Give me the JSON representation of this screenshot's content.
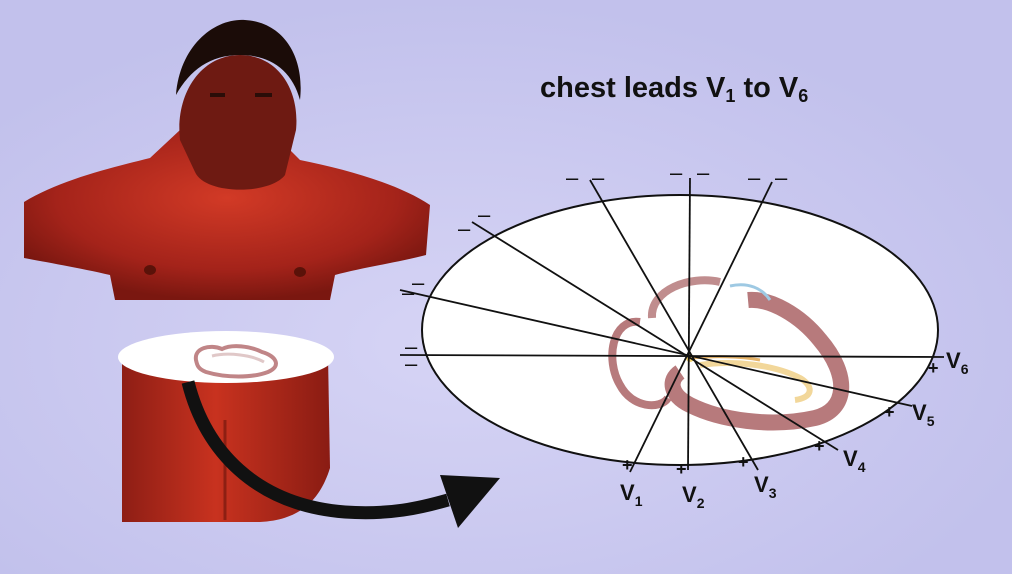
{
  "title": {
    "prefix": "chest leads V",
    "sub_start": "1",
    "middle": " to V",
    "sub_end": "6"
  },
  "leads": [
    {
      "letter": "V",
      "sub": "1",
      "plus": "+"
    },
    {
      "letter": "V",
      "sub": "2",
      "plus": "+"
    },
    {
      "letter": "V",
      "sub": "3",
      "plus": "+"
    },
    {
      "letter": "V",
      "sub": "4",
      "plus": "+"
    },
    {
      "letter": "V",
      "sub": "5",
      "plus": "+"
    },
    {
      "letter": "V",
      "sub": "6",
      "plus": "+"
    }
  ],
  "minus_sign": "–",
  "colors": {
    "background": "#c4c3ee",
    "skin": "#b0281c",
    "heart": "#b77a7c",
    "arrow": "#111111"
  },
  "icons": [
    "torso-photo",
    "cross-section-slice",
    "curved-arrow",
    "heart-cross-section"
  ]
}
